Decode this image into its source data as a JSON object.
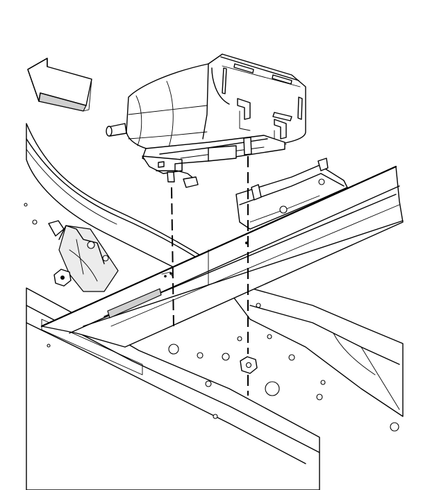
{
  "figure": {
    "components": [
      "direction-arrow-icon",
      "vehicle-frame",
      "frame-crossmember",
      "evap-canister",
      "canister-mounting-bracket",
      "mounting-stud",
      "mounting-nut",
      "installation-guide-lines"
    ]
  }
}
